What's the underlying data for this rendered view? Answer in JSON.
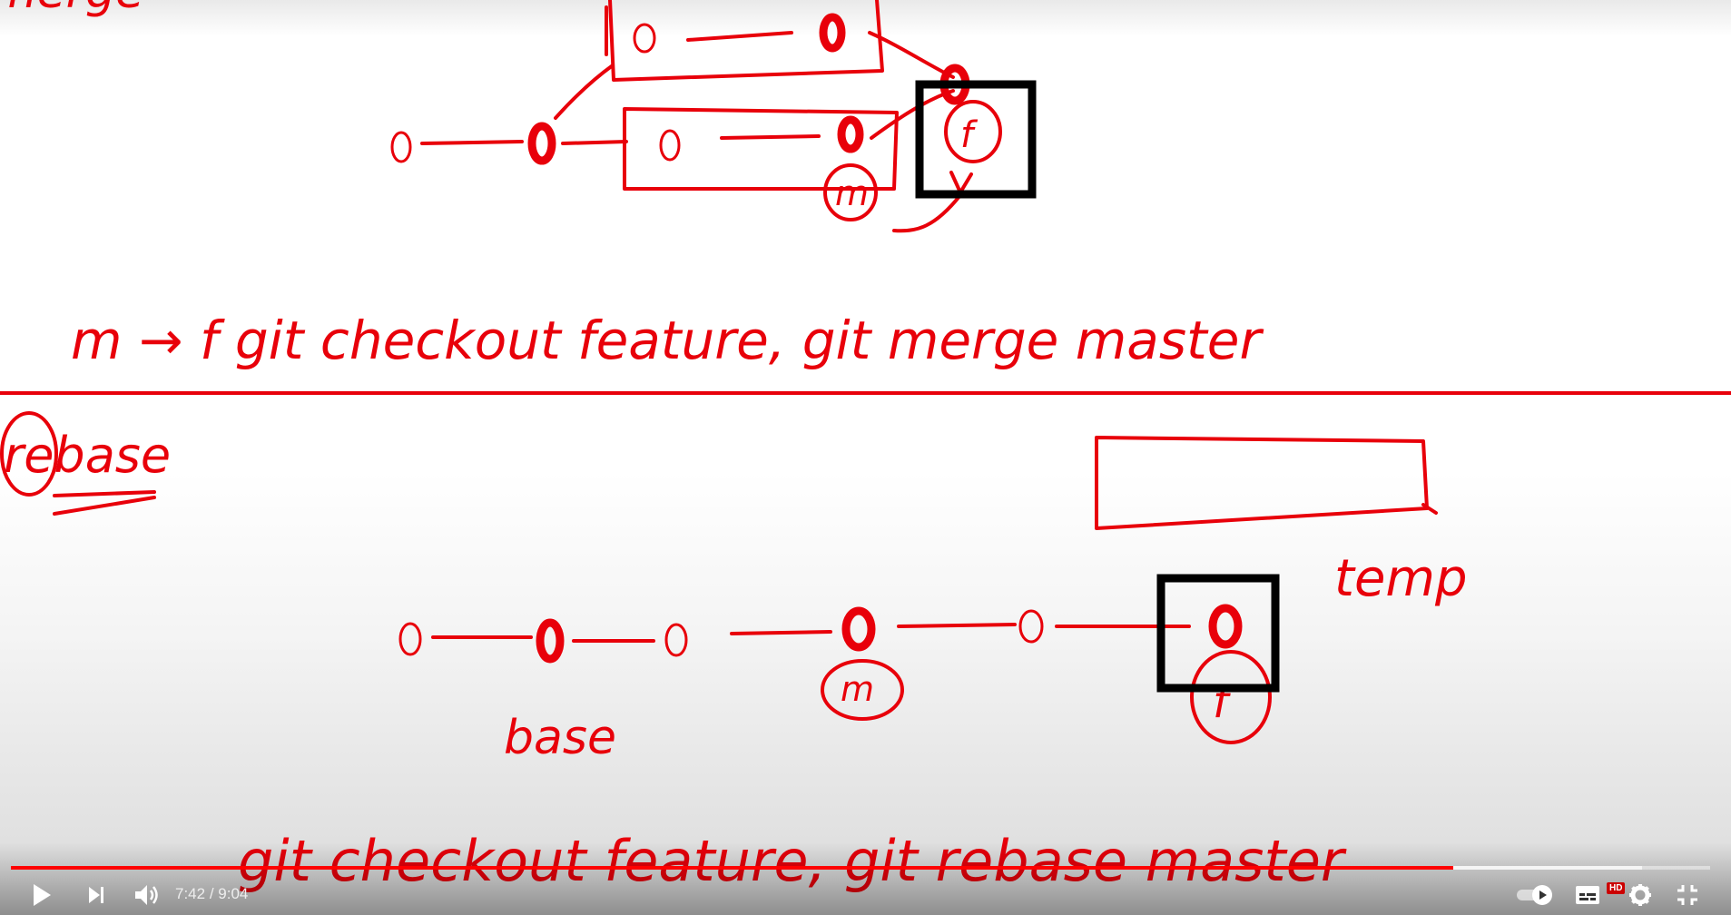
{
  "player": {
    "time_current": "7:42",
    "time_separator": " / ",
    "time_total": "9:04",
    "progress_fraction": 0.849,
    "buffered_fraction": 0.96,
    "hd_badge": "HD",
    "colors": {
      "progress": "#ff0000",
      "ink": "#e8000a",
      "highlight": "#000000"
    },
    "icons": {
      "play": "play-icon",
      "next": "next-icon",
      "volume": "volume-icon",
      "autoplay": "autoplay-toggle-icon",
      "subtitles": "subtitles-icon",
      "settings": "gear-icon",
      "fullscreen_exit": "exit-fullscreen-icon"
    }
  },
  "drawing": {
    "merge": {
      "header": "merge",
      "feature_label": "f",
      "master_label": "m",
      "caption": "m → f   git checkout feature, git merge master"
    },
    "rebase": {
      "header": "rebase",
      "base_label": "base",
      "master_label": "m",
      "feature_label": "f",
      "temp_label": "temp",
      "caption": "git checkout feature, git rebase master"
    }
  }
}
